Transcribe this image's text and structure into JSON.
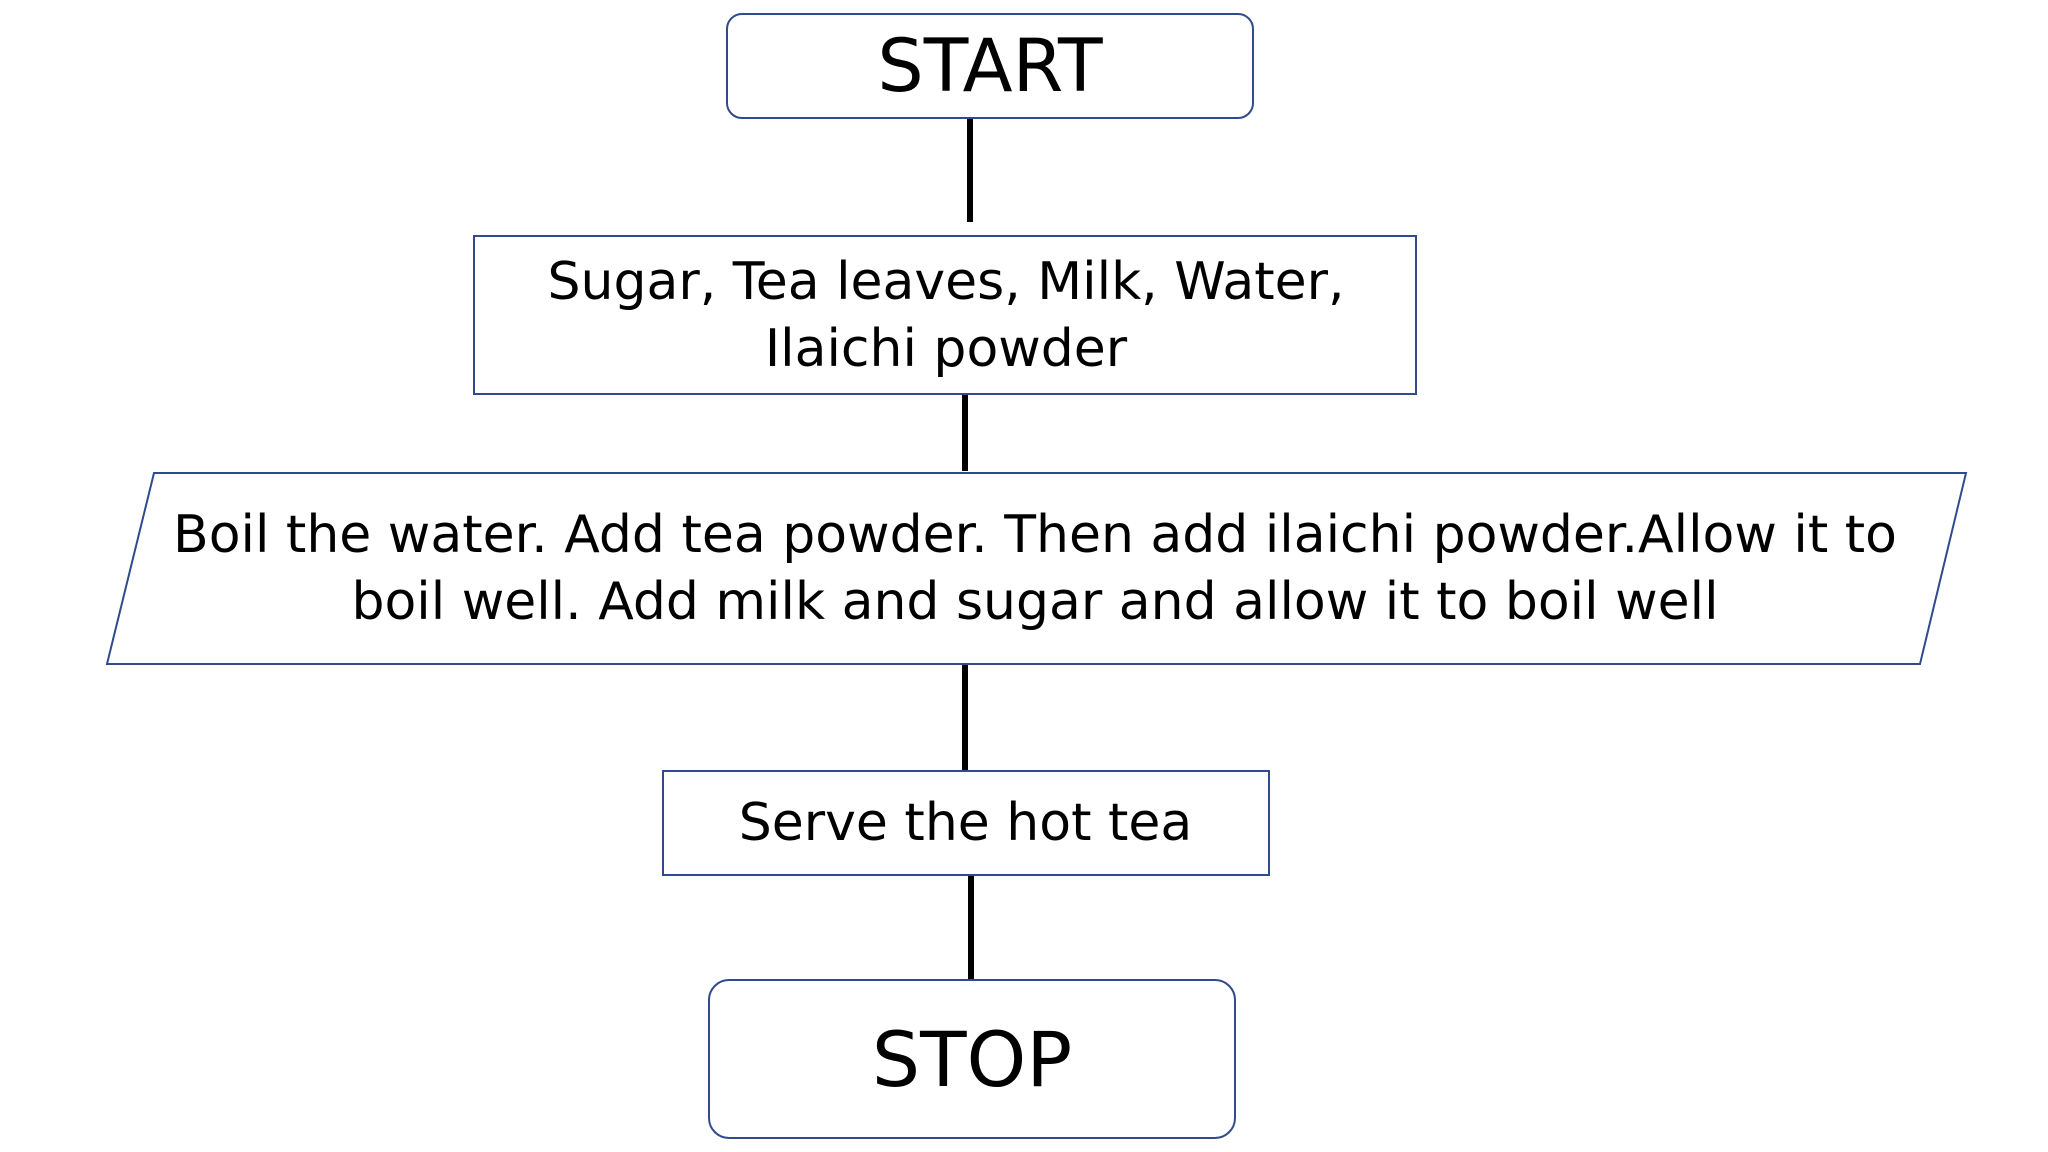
{
  "diagram": {
    "type": "flowchart",
    "nodes": [
      {
        "id": "start",
        "shape": "terminator",
        "text": "START"
      },
      {
        "id": "ingredients",
        "shape": "process",
        "text": "Sugar, Tea leaves, Milk, Water, Ilaichi powder"
      },
      {
        "id": "process",
        "shape": "input-output",
        "text": "Boil the water. Add tea powder. Then add ilaichi powder.Allow it to boil well. Add milk and sugar and allow it to boil well"
      },
      {
        "id": "serve",
        "shape": "process",
        "text": "Serve the hot tea"
      },
      {
        "id": "stop",
        "shape": "terminator",
        "text": "STOP"
      }
    ],
    "edges": [
      {
        "from": "start",
        "to": "ingredients"
      },
      {
        "from": "ingredients",
        "to": "process"
      },
      {
        "from": "process",
        "to": "serve"
      },
      {
        "from": "serve",
        "to": "stop"
      }
    ],
    "colors": {
      "shape_border": "#2f4b8c",
      "connector": "#000000",
      "background": "#ffffff"
    }
  }
}
